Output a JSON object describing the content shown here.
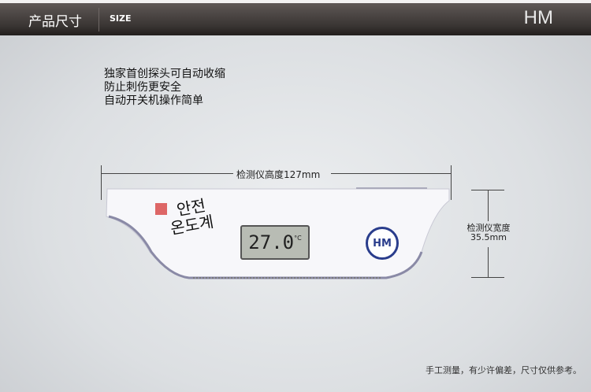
{
  "header": {
    "title": "产品尺寸",
    "subtitle": "SIZE",
    "brand": "HM"
  },
  "features": [
    "独家首创探头可自动收缩",
    "防止刺伤更安全",
    "自动开关机操作简单"
  ],
  "dimensions": {
    "length_label": "检测仪高度127mm",
    "width_label_line1": "检测仪宽度",
    "width_label_line2": "35.5mm"
  },
  "device": {
    "display_value": "27.0",
    "display_unit": "°C",
    "korean_label_line1": "안전",
    "korean_label_line2": "온도계",
    "logo": "HM"
  },
  "footnote": "手工测量，有少许偏差，尺寸仅供参考。"
}
